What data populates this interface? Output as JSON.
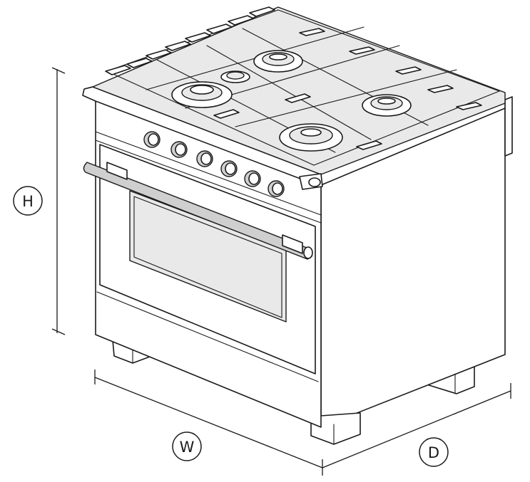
{
  "dimensions": {
    "height_label": "H",
    "width_label": "W",
    "depth_label": "D"
  },
  "appliance": {
    "burners": 5,
    "knobs": 6
  },
  "colors": {
    "line": "#1a1a1a",
    "background": "#ffffff",
    "shade": "#e9e9e9"
  }
}
